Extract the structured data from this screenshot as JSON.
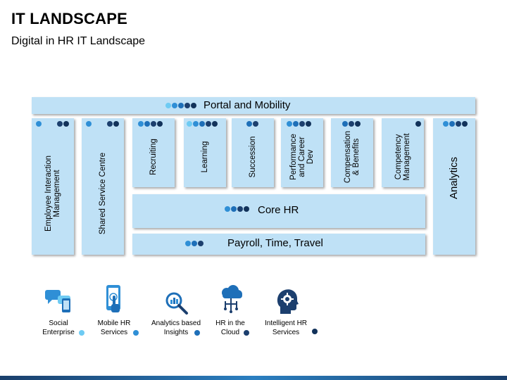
{
  "header": {
    "title": "IT LANDSCAPE",
    "subtitle": "Digital in HR IT Landscape"
  },
  "colors": {
    "box_fill": "#bfe1f6",
    "dot_light": "#6ecbf3",
    "dot_mid": "#2f8fd6",
    "dot_blue": "#1e6fb8",
    "dot_navy": "#1c3f6e",
    "icon_blue": "#2f8fd6",
    "icon_navy": "#1c3f6e"
  },
  "diagram": {
    "portal": "Portal and Mobility",
    "employee_interaction": [
      "Employee Interaction",
      "Management"
    ],
    "shared_service": "Shared Service Centre",
    "recruiting": "Recruiting",
    "learning": "Learning",
    "succession": "Succession",
    "performance": [
      "Performance",
      "and Career",
      "Dev"
    ],
    "compensation": [
      "Compensation",
      "& Benefits"
    ],
    "competency": [
      "Competency",
      "Management"
    ],
    "analytics": "Analytics",
    "core_hr": "Core HR",
    "payroll": "Payroll, Time, Travel"
  },
  "legend": [
    {
      "line1": "Social",
      "line2": "Enterprise",
      "icon": "chat-phone-icon"
    },
    {
      "line1": "Mobile HR",
      "line2": "Services",
      "icon": "mobile-touch-icon"
    },
    {
      "line1": "Analytics based",
      "line2": "Insights",
      "icon": "analytics-magnifier-icon"
    },
    {
      "line1": "HR in the",
      "line2": "Cloud",
      "icon": "cloud-network-icon"
    },
    {
      "line1": "Intelligent HR",
      "line2": "Services",
      "icon": "brain-gear-icon"
    }
  ]
}
